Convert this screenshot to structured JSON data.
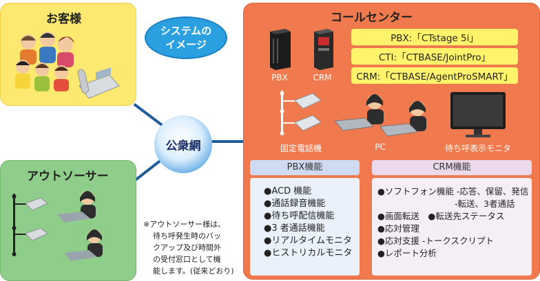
{
  "customer": {
    "title": "お客様"
  },
  "outsourcer": {
    "title": "アウトソーサー"
  },
  "bubble": {
    "line1": "システムの",
    "line2": "イメージ"
  },
  "network": {
    "label": "公衆網"
  },
  "callcenter": {
    "title": "コールセンター",
    "pbx_label": "PBX",
    "crm_label": "CRM",
    "systems": [
      "PBX:「CTstage 5i」",
      "CTI:「CTBASE/JointPro」",
      "CRM:「CTBASE/AgentProSMART」"
    ],
    "phone_label": "固定電話機",
    "pc_label": "PC",
    "monitor_label": "待ち呼表示モニタ"
  },
  "pbx_functions": {
    "header": "PBX機能",
    "items": [
      "●ACD 機能",
      "●通話録音機能",
      "●待ち呼配信機能",
      "●3 者通話機能",
      "●リアルタイムモニタ",
      "●ヒストリカルモニタ"
    ]
  },
  "crm_functions": {
    "header": "CRM機能",
    "items": [
      "●ソフトフォン機能 -応答、保留、発信",
      "-転送、3者通話",
      "●画面転送　●転送先ステータス",
      "●応対管理",
      "●応対支援 -トークスクリプト",
      "●レポート分析"
    ]
  },
  "note": {
    "lines": [
      "※アウトソーサー様は、",
      "待ち呼発生時のバッ",
      "クアップ及び時間外",
      "の受付窓口として機",
      "能します。(従来どおり)"
    ]
  }
}
